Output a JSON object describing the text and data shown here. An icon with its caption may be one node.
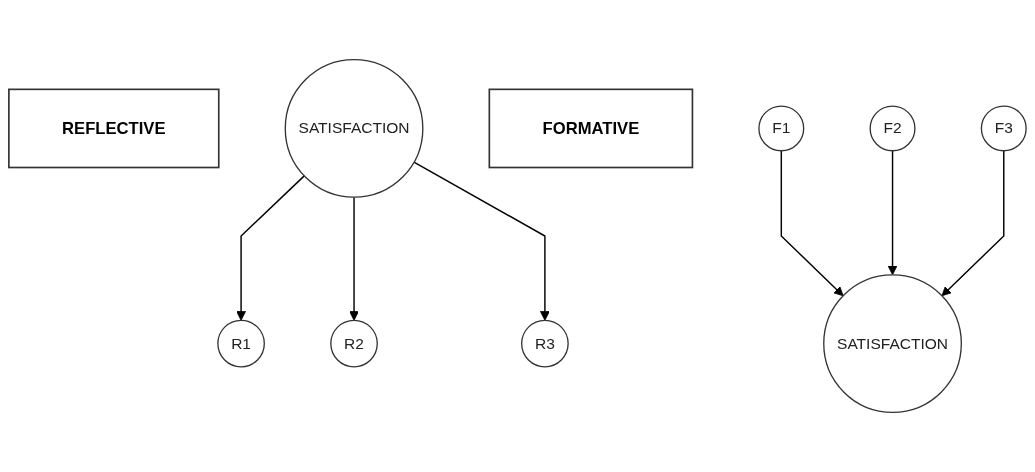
{
  "diagram": {
    "nodes": [
      {
        "text": [
          "REFLECTIVE"
        ]
      },
      {
        "text": [
          "SATISFACTION"
        ]
      },
      {
        "text": [
          "R1"
        ]
      },
      {
        "text": [
          "R2"
        ]
      },
      {
        "text": [
          "R3"
        ]
      },
      {
        "text": [
          "FORMATIVE"
        ]
      },
      {
        "text": [
          "SATISFACTION"
        ]
      },
      {
        "text": [
          "F1"
        ]
      },
      {
        "text": [
          "F2"
        ]
      },
      {
        "text": [
          "F3"
        ]
      }
    ],
    "edges": [
      {
        "from": 1,
        "to": 2,
        "arrow": "to"
      },
      {
        "from": 1,
        "to": 3,
        "arrow": "to"
      },
      {
        "from": 1,
        "to": 4,
        "arrow": "to"
      },
      {
        "from": 7,
        "to": 6,
        "arrow": "to"
      },
      {
        "from": 8,
        "to": 6,
        "arrow": "to"
      },
      {
        "from": 9,
        "to": 6,
        "arrow": "to"
      }
    ]
  }
}
